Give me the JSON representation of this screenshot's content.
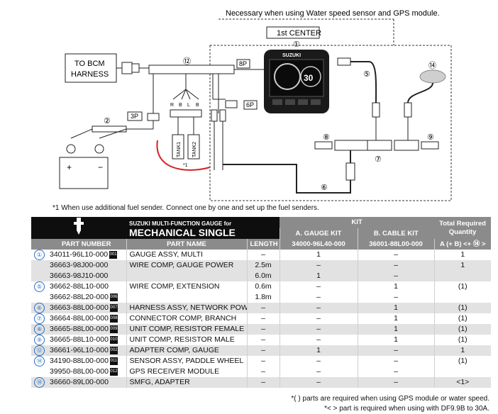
{
  "diagram": {
    "top_note": "Necessary when using Water speed sensor and GPS module.",
    "center_label": "1st CENTER",
    "bcm_label_1": "TO BCM",
    "bcm_label_2": "HARNESS",
    "conn_8p": "8P",
    "conn_3p": "3P",
    "conn_6p": "6P",
    "brand": "SUZUKI",
    "gauge_value": "30",
    "wire_letters": [
      "R",
      "B",
      "L",
      "B"
    ],
    "tank1": "TANK1",
    "tank2": "TANK2",
    "tank_note": "*1",
    "battery_plus": "+",
    "battery_minus": "−",
    "callouts": [
      "①",
      "②",
      "⑤",
      "⑥",
      "⑦",
      "⑧",
      "⑨",
      "⑫",
      "⑭"
    ]
  },
  "footnote_1": "*1 When use additional fuel sender. Connect one by one and set up the fuel senders.",
  "table": {
    "brand_line": "SUZUKI MULTI-FUNCTION GAUGE for",
    "title": "MECHANICAL SINGLE",
    "kit_header": "KIT",
    "total_header_1": "Total Required",
    "total_header_2": "Quantity",
    "col_part_number": "PART NUMBER",
    "col_part_name": "PART NAME",
    "col_length": "LENGTH",
    "col_a_kit": "A. GAUGE KIT",
    "col_a_kit_no": "34000-96L40-000",
    "col_b_kit": "B. CABLE KIT",
    "col_b_kit_no": "36001-88L00-000",
    "col_total": "A (+ B) <+ ⑭ >",
    "rows": [
      {
        "num": "①",
        "pn": "34011-96L10-000",
        "tag": "001",
        "name": "GAUGE ASSY, MULTI",
        "len": "–",
        "a": "1",
        "b": "–",
        "total": "1",
        "shade": false
      },
      {
        "num": "",
        "pn": "36663-98J00-000",
        "tag": "",
        "name": "WIRE COMP, GAUGE POWER",
        "len": "2.5m",
        "a": "–",
        "b": "–",
        "total": "1",
        "shade": true
      },
      {
        "num": "",
        "pn": "36663-98J10-000",
        "tag": "",
        "name": "",
        "len": "6.0m",
        "a": "1",
        "b": "–",
        "total": "",
        "shade": true
      },
      {
        "num": "⑤",
        "pn": "36662-88L10-000",
        "tag": "",
        "name": "WIRE COMP, EXTENSION",
        "len": "0.6m",
        "a": "–",
        "b": "1",
        "total": "(1)",
        "shade": false
      },
      {
        "num": "",
        "pn": "36662-88L20-000",
        "tag": "006",
        "name": "",
        "len": "1.8m",
        "a": "–",
        "b": "–",
        "total": "",
        "shade": false
      },
      {
        "num": "⑥",
        "pn": "36663-88L00-000",
        "tag": "007",
        "name": "HARNESS ASSY, NETWORK POWER",
        "len": "–",
        "a": "–",
        "b": "1",
        "total": "(1)",
        "shade": true
      },
      {
        "num": "⑦",
        "pn": "36664-88L00-000",
        "tag": "008",
        "name": "CONNECTOR COMP, BRANCH",
        "len": "–",
        "a": "–",
        "b": "1",
        "total": "(1)",
        "shade": false
      },
      {
        "num": "⑧",
        "pn": "36665-88L00-000",
        "tag": "009",
        "name": "UNIT COMP, RESISTOR FEMALE",
        "len": "–",
        "a": "–",
        "b": "1",
        "total": "(1)",
        "shade": true
      },
      {
        "num": "⑨",
        "pn": "36665-88L10-000",
        "tag": "010",
        "name": "UNIT COMP, RESISTOR MALE",
        "len": "–",
        "a": "–",
        "b": "1",
        "total": "(1)",
        "shade": false
      },
      {
        "num": "⑫",
        "pn": "36661-96L10-000",
        "tag": "002",
        "name": "ADAPTER COMP, GAUGE",
        "len": "–",
        "a": "1",
        "b": "–",
        "total": "1",
        "shade": true
      },
      {
        "num": "⑭",
        "pn": "34190-88L00-000",
        "tag": "011",
        "name": "SENSOR ASSY, PADDLE WHEEL",
        "len": "–",
        "a": "–",
        "b": "–",
        "total": "(1)",
        "shade": false
      },
      {
        "num": "",
        "pn": "39950-88L00-000",
        "tag": "012",
        "name": "GPS RECEIVER MODULE",
        "len": "–",
        "a": "–",
        "b": "–",
        "total": "",
        "shade": false
      },
      {
        "num": "⑱",
        "pn": "36660-89L00-000",
        "tag": "",
        "name": "SMFG, ADAPTER",
        "len": "–",
        "a": "–",
        "b": "–",
        "total": "<1>",
        "shade": true
      }
    ]
  },
  "notes": [
    "*( ) parts are required when using GPS module or water speed.",
    "*< > part is required when using with DF9.9B to 30A."
  ],
  "colors": {
    "accent_red": "#d62020",
    "callout_blue": "#2a6cc0",
    "header_black": "#0e0e0e",
    "header_gray": "#8b8b8b"
  }
}
